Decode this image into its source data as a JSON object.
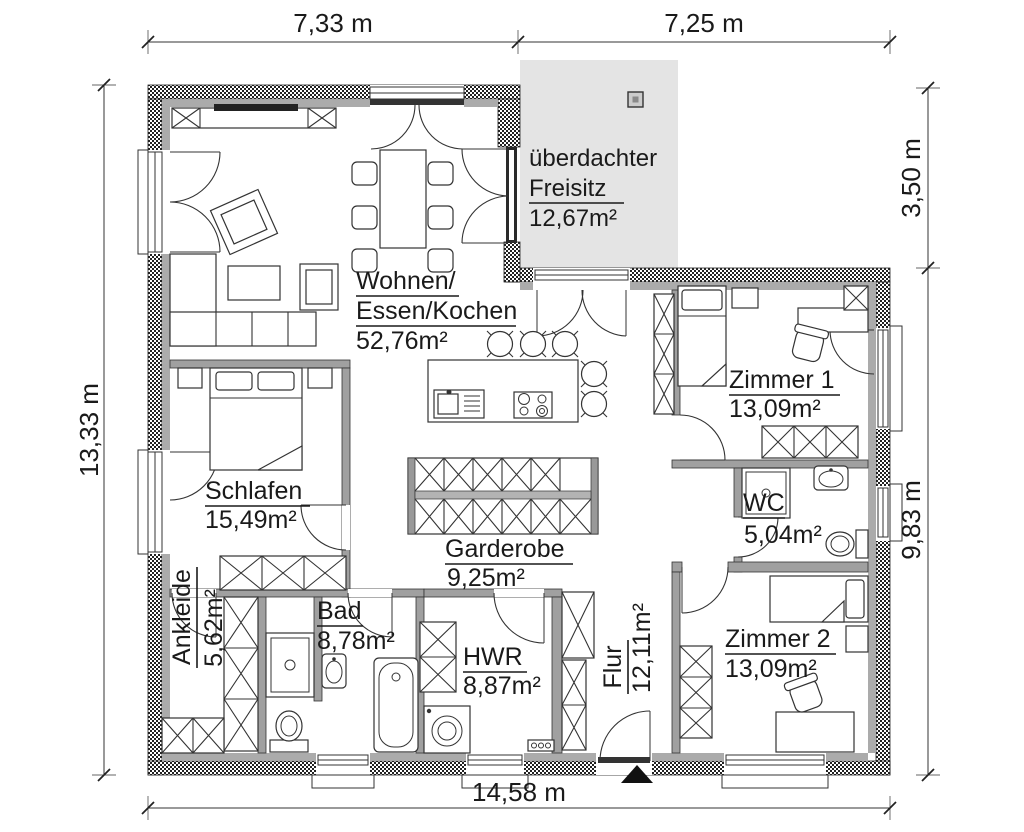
{
  "plan": {
    "dimensions": {
      "top_left": "7,33 m",
      "top_right": "7,25 m",
      "left": "13,33 m",
      "right_upper": "3,50 m",
      "right_lower": "9,83 m",
      "bottom": "14,58 m"
    },
    "rooms": {
      "wohnen": {
        "name_line1": "Wohnen/",
        "name_line2": "Essen/Kochen",
        "area": "52,76m²"
      },
      "freisitz": {
        "name_line1": "überdachter",
        "name_line2": "Freisitz",
        "area": "12,67m²"
      },
      "zimmer1": {
        "name": "Zimmer 1",
        "area": "13,09m²"
      },
      "schlafen": {
        "name": "Schlafen",
        "area": "15,49m²"
      },
      "wc": {
        "name": "WC",
        "area": "5,04m²"
      },
      "garderobe": {
        "name": "Garderobe",
        "area": "9,25m²"
      },
      "ankleide": {
        "name": "Ankleide",
        "area": "5,62m²"
      },
      "bad": {
        "name": "Bad",
        "area": "8,78m²"
      },
      "hwr": {
        "name": "HWR",
        "area": "8,87m²"
      },
      "flur": {
        "name": "Flur",
        "area": "12,11m²"
      },
      "zimmer2": {
        "name": "Zimmer 2",
        "area": "13,09m²"
      }
    },
    "colors": {
      "wall_hatch": "#222222",
      "wall_gray": "#a0a0a0",
      "freisitz_slab": "#e4e4e4",
      "text": "#1a1a1a",
      "background": "#ffffff"
    }
  }
}
